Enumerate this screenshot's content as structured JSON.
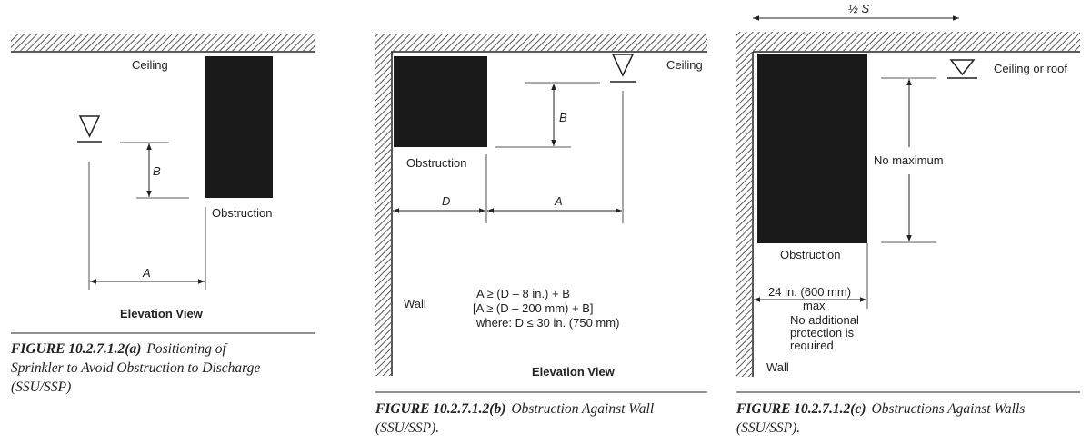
{
  "figure_a": {
    "ceiling_label": "Ceiling",
    "obstruction_label": "Obstruction",
    "dim_b": "B",
    "dim_a": "A",
    "view_label": "Elevation View",
    "caption_id": "FIGURE 10.2.7.1.2(a)",
    "caption_line1": "Positioning of",
    "caption_line2": "Sprinkler to Avoid Obstruction to Discharge",
    "caption_line3": "(SSU/SSP)"
  },
  "figure_b": {
    "ceiling_label": "Ceiling",
    "obstruction_label": "Obstruction",
    "dim_b": "B",
    "dim_d": "D",
    "dim_a": "A",
    "wall_label": "Wall",
    "formula_1": "A ≥ (D – 8 in.) + B",
    "formula_2": "[A ≥ (D – 200 mm) + B]",
    "formula_3": "where: D ≤ 30 in. (750 mm)",
    "view_label": "Elevation View",
    "caption_id": "FIGURE 10.2.7.1.2(b)",
    "caption_line1": "Obstruction Against Wall",
    "caption_line2": "(SSU/SSP)."
  },
  "figure_c": {
    "half_s_label": "½ S",
    "ceiling_label": "Ceiling or roof",
    "no_max_label": "No maximum",
    "obstruction_label": "Obstruction",
    "width_label": "24 in. (600 mm)",
    "max_label": "max",
    "note_1": "No additional",
    "note_2": "protection is",
    "note_3": "required",
    "wall_label": "Wall",
    "caption_id": "FIGURE 10.2.7.1.2(c)",
    "caption_line1": "Obstructions Against Walls",
    "caption_line2": "(SSU/SSP)."
  },
  "colors": {
    "ink": "#222222",
    "obstruction": "#1a1a1a",
    "hatch": "#555555"
  }
}
